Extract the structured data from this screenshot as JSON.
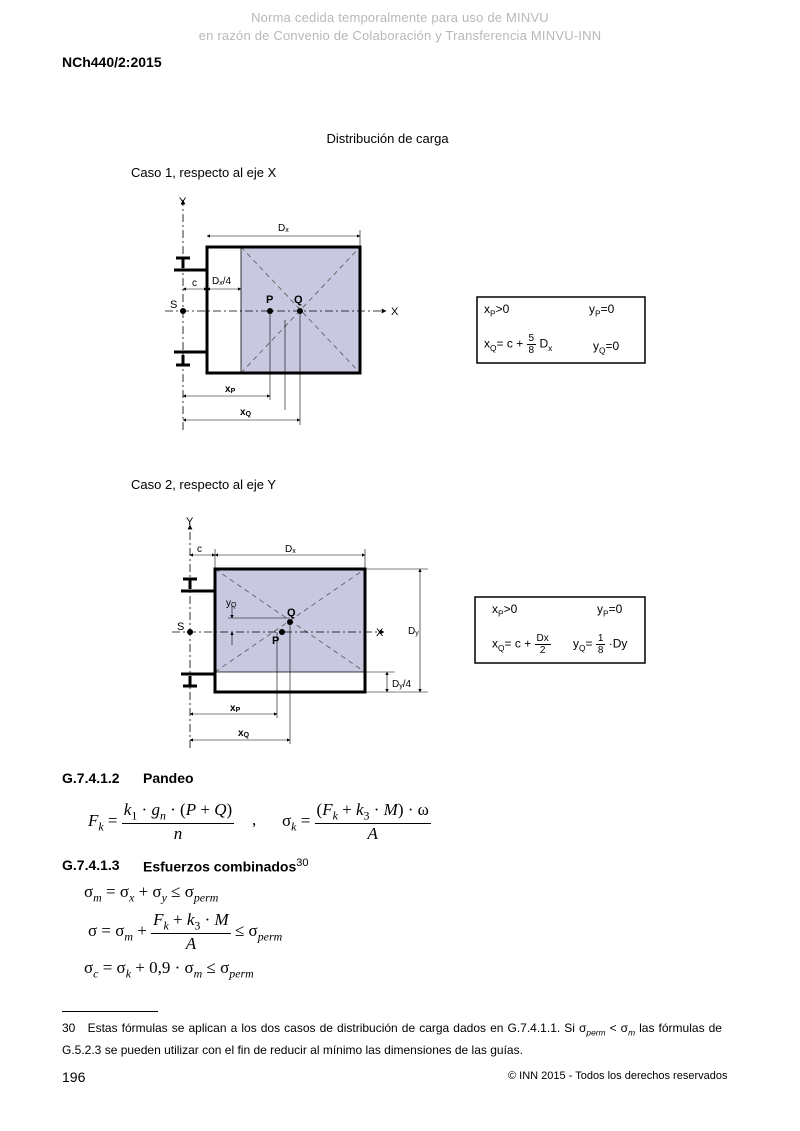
{
  "watermark": {
    "line1": "Norma cedida temporalmente para uso de MINVU",
    "line2": "en razón de Convenio de Colaboración y Transferencia MINVU-INN"
  },
  "header": {
    "standard": "NCh440/2:2015"
  },
  "figure": {
    "title": "Distribución de carga",
    "case1": {
      "caption": "Caso 1, respecto al eje X",
      "labels": {
        "y": "Y",
        "x": "X",
        "dx": "Dₓ",
        "dx4": "Dₓ/4",
        "c": "c",
        "s": "S",
        "p": "P",
        "q": "Q",
        "xp": "xₚ",
        "xq": "x_Q"
      },
      "box": {
        "line1_left": "xₚ>0",
        "line1_right": "yₚ=0",
        "line2_left": "x_Q= c + (5/8) Dx",
        "line2_right": "y_Q=0"
      }
    },
    "case2": {
      "caption": "Caso 2, respecto al eje Y",
      "labels": {
        "y": "Y",
        "x": "X",
        "dx": "Dₓ",
        "dy": "Dᵧ",
        "dy4": "Dᵧ/4",
        "c": "c",
        "s": "S",
        "p": "P",
        "q": "Q",
        "yq": "y_Q",
        "xp": "xₚ",
        "xq": "x_Q"
      },
      "box": {
        "line1_left": "xₚ>0",
        "line1_right": "yₚ=0",
        "line2_left": "x_Q= c + Dx/2",
        "line2_right": "y_Q= (1/8)·Dy"
      }
    }
  },
  "sections": {
    "s1": {
      "number": "G.7.4.1.2",
      "title": "Pandeo"
    },
    "s2": {
      "number": "G.7.4.1.3",
      "title": "Esfuerzos combinados",
      "footnote_ref": "30"
    }
  },
  "formulas": {
    "fk": "F_k = k₁ · g_n · (P + Q) / n",
    "comma": ",",
    "sigma_k": "σ_k = (F_k + k₃ · M) · ω / A",
    "sigma_m": "σ_m = σ_x + σ_y ≤ σ_perm",
    "sigma": "σ = σ_m + (F_k + k₃ · M) / A ≤ σ_perm",
    "sigma_c": "σ_c = σ_k + 0,9 · σ_m ≤ σ_perm"
  },
  "footnote": {
    "number": "30",
    "text": "Estas fórmulas se aplican a los dos casos de distribución de carga dados en G.7.4.1.1. Si σperm < σm las fórmulas de G.5.2.3 se pueden utilizar con el fin de reducir al mínimo las dimensiones de las guías."
  },
  "footer": {
    "page_number": "196",
    "copyright": "© INN 2015 - Todos los derechos reservados"
  }
}
